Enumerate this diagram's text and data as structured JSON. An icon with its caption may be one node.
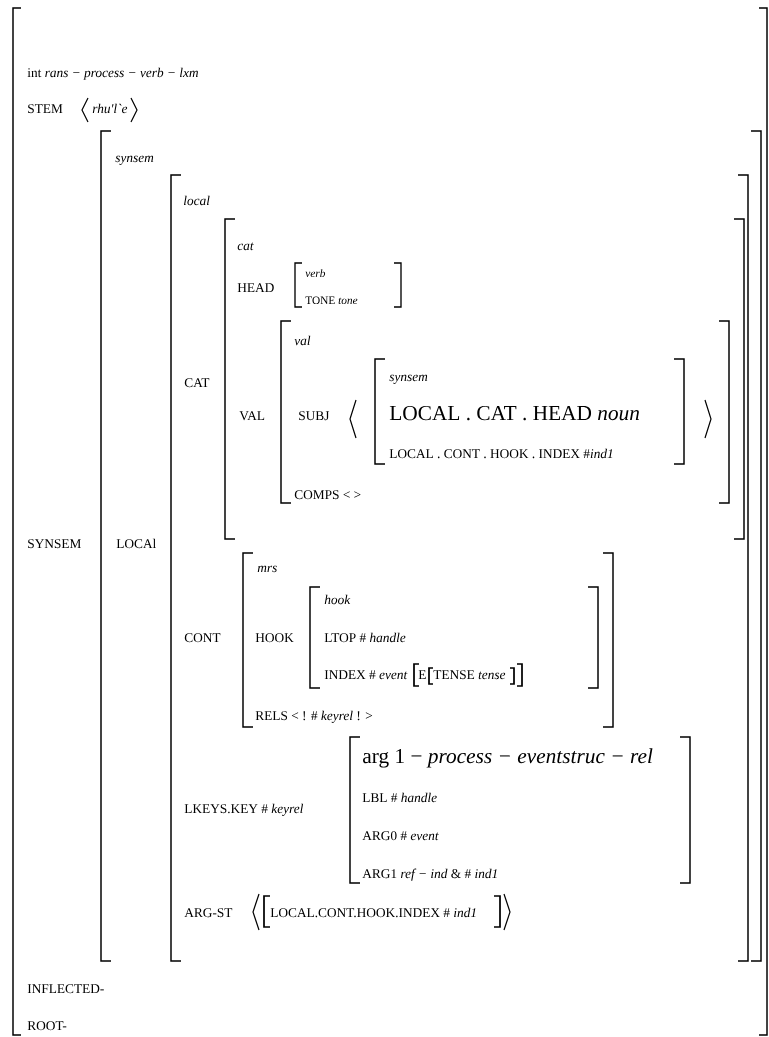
{
  "diagram": {
    "nodes": [
      {
        "text": [
          "int *rans − process − verb − lxm*",
          "STEM",
          "*rhu'l`e*",
          "SYNSEM",
          "INFLECTED-",
          "ROOT-"
        ]
      },
      {
        "text": [
          "*synsem*",
          "LOCAl"
        ],
        "in": 0
      },
      {
        "text": [
          "*local*",
          "CAT",
          "CONT",
          "LKEYS.KEY  # *keyrel*",
          "ARG-ST"
        ],
        "in": 1
      },
      {
        "text": [
          "*cat*",
          "HEAD",
          "VAL"
        ],
        "in": 2
      },
      {
        "text": [
          "*verb*",
          "TONE *tone*"
        ],
        "in": 3
      },
      {
        "text": [
          "*val*",
          "SUBJ",
          "COMPS  <     >"
        ],
        "in": 3
      },
      {
        "text": [
          "*synsem*",
          "LOCAL . CAT . HEAD *noun*",
          "LOCAL . CONT . HOOK . INDEX #*ind1*"
        ],
        "in": 5
      },
      {
        "text": [
          "*mrs*",
          "HOOK",
          "RELS  < !  # *keyrel* ! >"
        ],
        "in": 2
      },
      {
        "text": [
          "*hook*",
          "LTOP  # *handle*",
          "INDEX  # *event*"
        ],
        "in": 7
      },
      {
        "text": [
          "E"
        ],
        "in": 8
      },
      {
        "text": [
          "TENSE *tense*"
        ],
        "in": 9
      },
      {
        "text": [
          "arg 1 − *process − eventstruc − rel*",
          "LBL  # *handle*",
          "ARG0  # *event*",
          "ARG1 *ref − ind* & # *ind1*"
        ],
        "in": 2
      },
      {
        "text": [
          "LOCAL.CONT.HOOK.INDEX  # *ind1*"
        ],
        "in": 2
      }
    ]
  }
}
